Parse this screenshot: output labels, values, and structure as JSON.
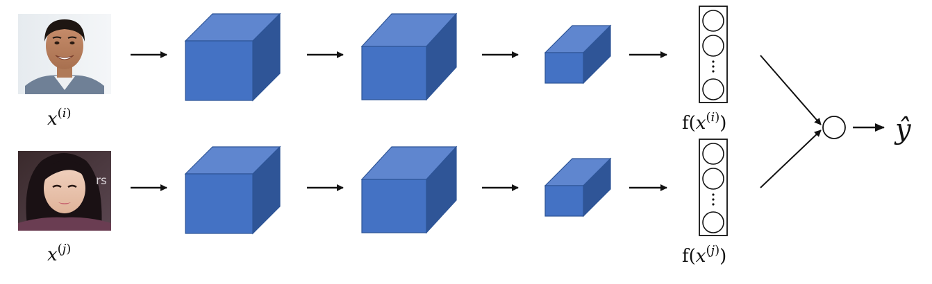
{
  "rows": [
    {
      "id": "i",
      "input_label": {
        "base": "x",
        "sup_open": "(",
        "sup_var": "i",
        "sup_close": ")"
      },
      "encoding_label": {
        "f": "f(",
        "base": "x",
        "sup_open": "(",
        "sup_var": "i",
        "sup_close": ")",
        "close": ")"
      }
    },
    {
      "id": "j",
      "input_label": {
        "base": "x",
        "sup_open": "(",
        "sup_var": "j",
        "sup_close": ")"
      },
      "encoding_label": {
        "f": "f(",
        "base": "x",
        "sup_open": "(",
        "sup_var": "j",
        "sup_close": ")",
        "close": ")"
      }
    }
  ],
  "output_label": "ŷ",
  "photo2_overlay_text": "rs",
  "colors": {
    "cube_front": "#4472c4",
    "cube_top": "#5f86cf",
    "cube_side": "#2f5597",
    "cube_edge": "#2e5597",
    "arrow": "#111111",
    "vector_stroke": "#111111"
  },
  "icons": {
    "photo1": "man-face-photo",
    "photo2": "woman-face-photo"
  }
}
